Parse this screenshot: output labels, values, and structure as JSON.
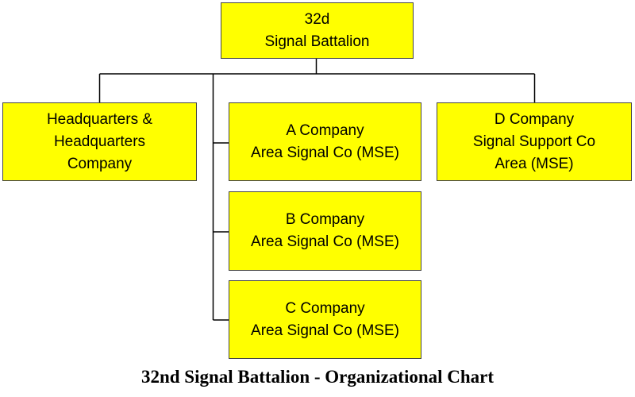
{
  "chart": {
    "root": {
      "line1": "32d",
      "line2": "Signal Battalion"
    },
    "hhc": {
      "line1": "Headquarters &",
      "line2": "Headquarters",
      "line3": "Company"
    },
    "a_company": {
      "line1": "A Company",
      "line2": "Area Signal Co (MSE)"
    },
    "b_company": {
      "line1": "B Company",
      "line2": "Area Signal Co (MSE)"
    },
    "c_company": {
      "line1": "C Company",
      "line2": "Area Signal Co (MSE)"
    },
    "d_company": {
      "line1": "D Company",
      "line2": "Signal Support Co",
      "line3": "Area (MSE)"
    }
  },
  "caption": "32nd Signal Battalion - Organizational Chart",
  "colors": {
    "box_fill": "#ffff00",
    "box_border": "#444444",
    "connector": "#000000"
  }
}
